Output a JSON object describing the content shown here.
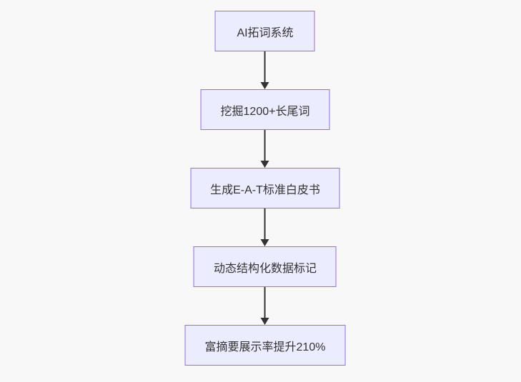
{
  "diagram": {
    "type": "flowchart",
    "direction": "top-down",
    "colors": {
      "background": "#f8f8f8",
      "node_fill": "#ECECFF",
      "node_border": "#9370DB",
      "text": "#333333",
      "arrow": "#333333"
    },
    "nodes": [
      {
        "id": "A",
        "label": "AI拓词系统"
      },
      {
        "id": "B",
        "label": "挖掘1200+长尾词"
      },
      {
        "id": "C",
        "label": "生成E-A-T标准白皮书"
      },
      {
        "id": "D",
        "label": "动态结构化数据标记"
      },
      {
        "id": "E",
        "label": "富摘要展示率提升210%"
      }
    ],
    "edges": [
      {
        "from": "A",
        "to": "B"
      },
      {
        "from": "B",
        "to": "C"
      },
      {
        "from": "C",
        "to": "D"
      },
      {
        "from": "D",
        "to": "E"
      }
    ]
  }
}
